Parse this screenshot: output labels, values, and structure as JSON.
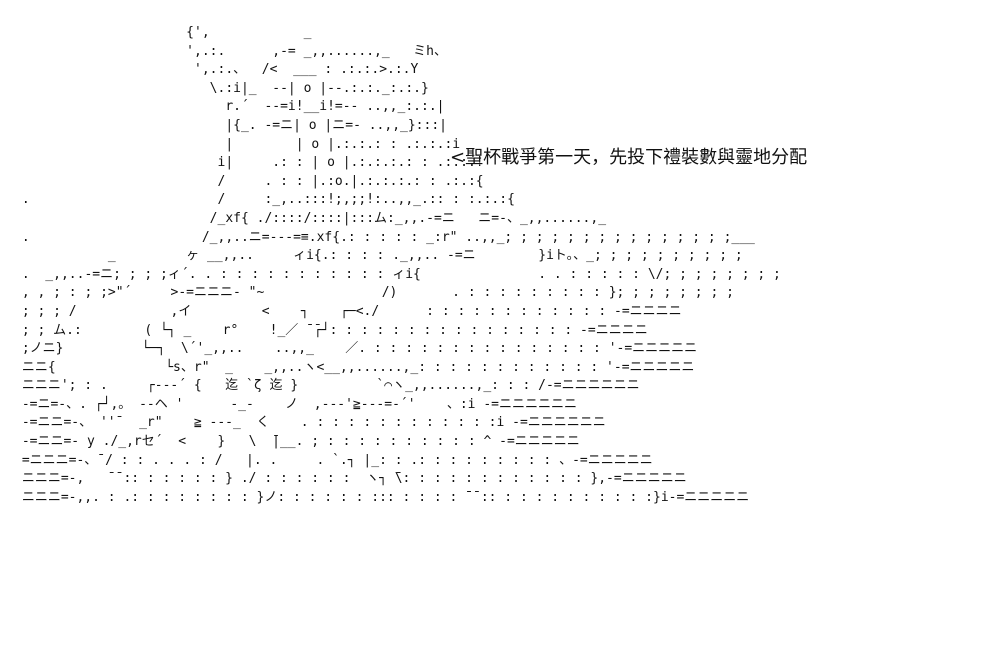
{
  "caption": "<聖杯戰爭第一天，先投下禮裝數與靈地分配",
  "ascii_art_lines": [
    "                      {',            _",
    "                      ',.:.      ,-= _,,......,_   ミh、",
    "                       ',.:.、  /<  ___ : .:.:.>.:.Y",
    "                         \\.:i|_  --| o |--.:.:._:.:.}",
    "                           r.´  --=i!__i!=-- ..,,_:.:.|",
    "                           |{_. -=ニ| o |ニ=- ..,,_}:::|",
    "                           |        | o |.:.:.: : .:.:.:i",
    "                          i|     .: : | o |.:.:.:.: : .:.:.!",
    "                          /     . : : |.:o.|.:.:.:.: : .:.:{",
    " .                        /     :_,..:::!;,;;!:..,,_.:: : :.:.:{",
    "                         /_xf{ ./::::/::::|:::ム:_,,.-=ニ   ニ=-、_,,......,_",
    " .                      /_,,..ニ=---=≡.xf{.: : : : : _:r\" ..,,_; ; ; ; ; ; ; ; ; ; ; ; ; ; ;___",
    "            _         ヶ __,,..     ィi{.: : : : ._,,.. -=ニ        }iト。、_; ; ; ; ; ; ; ; ; ;",
    " .  _,,..-=ニ; ; ; ;ィ´. . : : : : : : : : : : : ィi{               . . : : : : : \\/; ; ; ; ; ; ; ;",
    " , , ; : ; ;>\"´     >-=ニニニ- \"~               /)       . : : : : : : : : : }; ; ; ; ; ; ; ;",
    " ; ; ; /            ,イ         <    ┐    ┌─<./      : : : : : : : : : : : : -=ニニニニ",
    " ; ; ム.:        ( └┐ _    r°    !_／ ̄ ̄┌┘: : : : : : : : : : : : : : : : -=ニニニニ",
    " ;ノニ}          └─┐  \\´'_,,..    ..,,_    ／. : : : : : : : : : : : : : : : '-=ニニニニニ",
    " ニニ{              └s、r\"  _    _,,..ヽ<__,,......,_: : : : : : : : : : : : '-=ニニニニニ",
    " ニニニ'; : .     ┌---´ {   迄 `ζ 迄 }          `⌒ヽ_,,......,_: : : /-=ニニニニニニ",
    " -=ニ=-、. ┌┘,。 --ヘ '      -_-    ノ  ,---'≧---=-´'    、:i -=ニニニニニニ",
    " -=ニニ=-、 ''¯  _r\"    ≧ ---_  く    . : : : : : : : : : : : :i -=ニニニニニニ",
    " -=ニニ=- y ./_,rセ´  <    }   \\  ̄|__. ; : : : : : : : : : : ^ -=ニニニニニ",
    " =ニニニ=-、¯/ : : . . . : /   |. .     . `.┐ |_: : .: : : : : : : : : 、-=ニニニニニ",
    " ニニニ=-,   ¯¯:: : : : : : } ./ : : : : : :  ヽ┐ ̄\\: : : : : : : : : : : : },-=ニニニニニ",
    " ニニニ=-,,. : .: : : : : : : : }ノ: : : : : : ::: : : : : ̄¯¯:: : : : : : : : : : :}i-=ニニニニニ"
  ]
}
